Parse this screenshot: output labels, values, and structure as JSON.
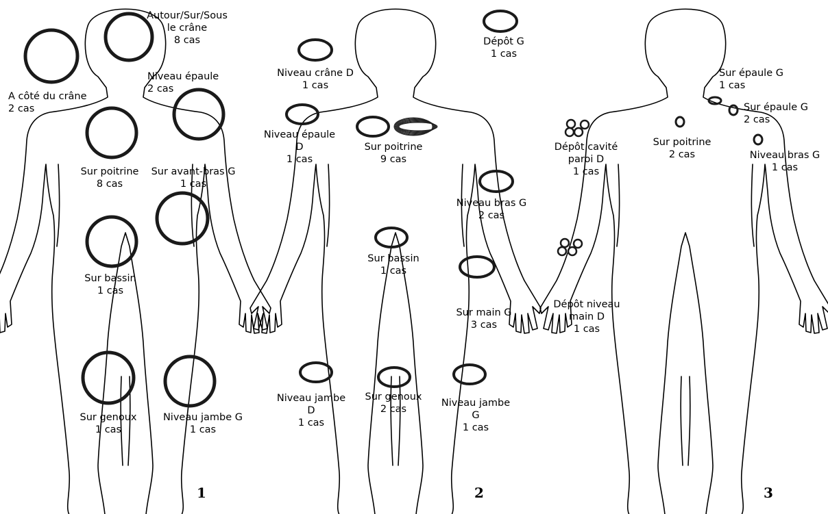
{
  "panels": [
    {
      "number": "1",
      "labels": [
        {
          "id": "skull-around",
          "lines": [
            "Autour/Sur/Sous",
            "le crâne",
            "8 cas"
          ]
        },
        {
          "id": "beside-skull",
          "lines": [
            "A côté du crâne",
            "2 cas"
          ]
        },
        {
          "id": "shoulder-level",
          "lines": [
            "Niveau épaule",
            "2 cas"
          ]
        },
        {
          "id": "on-chest",
          "lines": [
            "Sur poitrine",
            "8 cas"
          ]
        },
        {
          "id": "on-forearm-left",
          "lines": [
            "Sur avant-bras G",
            "1 cas"
          ]
        },
        {
          "id": "on-pelvis",
          "lines": [
            "Sur bassin",
            "1 cas"
          ]
        },
        {
          "id": "on-knees",
          "lines": [
            "Sur genoux",
            "1 cas"
          ]
        },
        {
          "id": "leg-level-left",
          "lines": [
            "Niveau jambe G",
            "1 cas"
          ]
        }
      ]
    },
    {
      "number": "2",
      "labels": [
        {
          "id": "deposit-left",
          "lines": [
            "Dépôt G",
            "1 cas"
          ]
        },
        {
          "id": "skull-level-right",
          "lines": [
            "Niveau crâne D",
            "1 cas"
          ]
        },
        {
          "id": "shoulder-level-right",
          "lines": [
            "Niveau épaule",
            "D",
            "1 cas"
          ]
        },
        {
          "id": "on-chest",
          "lines": [
            "Sur poitrine",
            "9 cas"
          ]
        },
        {
          "id": "arm-level-left",
          "lines": [
            "Niveau bras G",
            "2 cas"
          ]
        },
        {
          "id": "on-pelvis",
          "lines": [
            "Sur bassin",
            "1 cas"
          ]
        },
        {
          "id": "on-hand-left",
          "lines": [
            "Sur main G",
            "3 cas"
          ]
        },
        {
          "id": "leg-level-right",
          "lines": [
            "Niveau jambe",
            "D",
            "1 cas"
          ]
        },
        {
          "id": "on-knees",
          "lines": [
            "Sur genoux",
            "2 cas"
          ]
        },
        {
          "id": "leg-level-left",
          "lines": [
            "Niveau jambe",
            "G",
            "1 cas"
          ]
        }
      ]
    },
    {
      "number": "3",
      "labels": [
        {
          "id": "on-shoulder-left-a",
          "lines": [
            "Sur épaule G",
            "1 cas"
          ]
        },
        {
          "id": "on-shoulder-left-b",
          "lines": [
            "Sur épaule G",
            "2 cas"
          ]
        },
        {
          "id": "deposit-cavity-wall-right",
          "lines": [
            "Dépôt cavité",
            "paroi D",
            "1 cas"
          ]
        },
        {
          "id": "on-chest",
          "lines": [
            "Sur poitrine",
            "2 cas"
          ]
        },
        {
          "id": "arm-level-left",
          "lines": [
            "Niveau bras G",
            "1 cas"
          ]
        },
        {
          "id": "deposit-hand-level-right",
          "lines": [
            "Dépôt niveau",
            "main D",
            "1 cas"
          ]
        }
      ]
    }
  ],
  "colors": {
    "outline": "#000000",
    "ring": "#1a1a1a",
    "background": "#ffffff"
  }
}
